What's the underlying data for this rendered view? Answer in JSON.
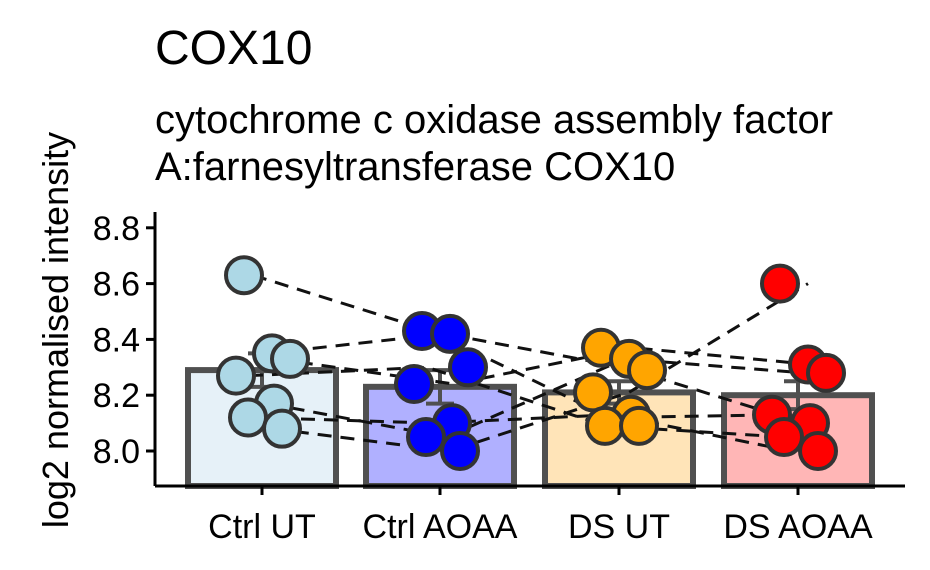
{
  "chart_data": {
    "type": "bar",
    "title": "COX10",
    "subtitle_lines": [
      "cytochrome c oxidase assembly factor",
      "A:farnesyltransferase COX10"
    ],
    "xlabel": "",
    "ylabel": "log2 normalised intensity",
    "ylim": [
      7.86,
      8.85
    ],
    "yticks": [
      8.0,
      8.2,
      8.4,
      8.6,
      8.8
    ],
    "categories": [
      "Ctrl UT",
      "Ctrl AOAA",
      "DS UT",
      "DS AOAA"
    ],
    "values": [
      8.29,
      8.23,
      8.21,
      8.2
    ],
    "errors": [
      0.06,
      0.06,
      0.04,
      0.05
    ],
    "bar_fill": [
      "#e6f1f8",
      "#b0b0ff",
      "#ffe4b8",
      "#ffb6b6"
    ],
    "point_fill": [
      "#add8e6",
      "#0000ff",
      "#ffa500",
      "#ff0000"
    ],
    "points": [
      [
        8.63,
        8.35,
        8.33,
        8.27,
        8.17,
        8.12,
        8.08
      ],
      [
        8.43,
        8.42,
        8.3,
        8.24,
        8.1,
        8.05,
        8.0
      ],
      [
        8.37,
        8.33,
        8.29,
        8.21,
        8.13,
        8.09,
        8.09
      ],
      [
        8.6,
        8.31,
        8.28,
        8.13,
        8.1,
        8.05,
        8.0
      ]
    ],
    "pairs": [
      [
        8.63,
        8.43,
        8.12,
        8.13
      ],
      [
        8.35,
        8.42,
        8.3,
        8.1
      ],
      [
        8.33,
        8.24,
        8.37,
        8.31
      ],
      [
        8.27,
        8.3,
        8.09,
        8.05
      ],
      [
        8.17,
        8.05,
        8.33,
        8.28
      ],
      [
        8.12,
        8.1,
        8.13,
        8.0
      ],
      [
        8.08,
        8.0,
        8.21,
        8.6
      ]
    ],
    "grid": false,
    "legend": "none"
  }
}
